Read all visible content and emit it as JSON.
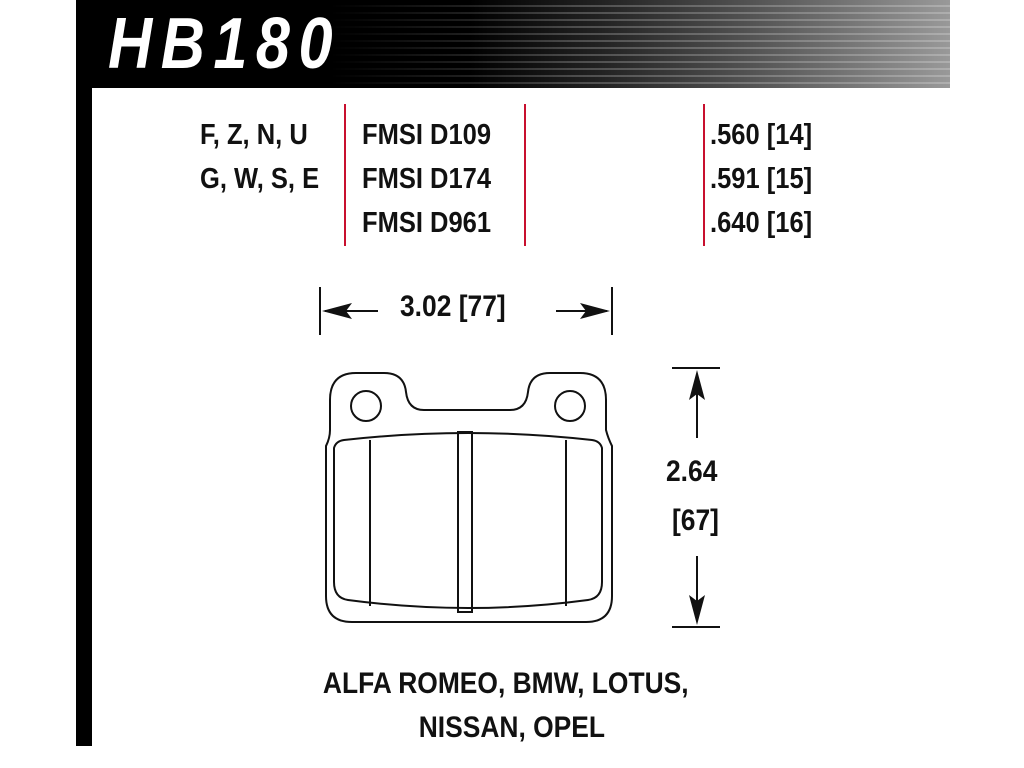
{
  "header": {
    "part_number": "HB180"
  },
  "specs": {
    "compound_codes": [
      "F, Z, N, U",
      "G, W, S, E"
    ],
    "fmsi_numbers": [
      "FMSI D109",
      "FMSI D174",
      "FMSI D961"
    ],
    "thicknesses": [
      ".560 [14]",
      ".591 [15]",
      ".640 [16]"
    ]
  },
  "dimensions": {
    "width": "3.02 [77]",
    "height_in": "2.64",
    "height_mm": "[67]"
  },
  "applications": {
    "line1": "ALFA ROMEO, BMW, LOTUS,",
    "line2": "NISSAN, OPEL"
  },
  "colors": {
    "accent_red": "#c8102e",
    "ink": "#111111"
  }
}
